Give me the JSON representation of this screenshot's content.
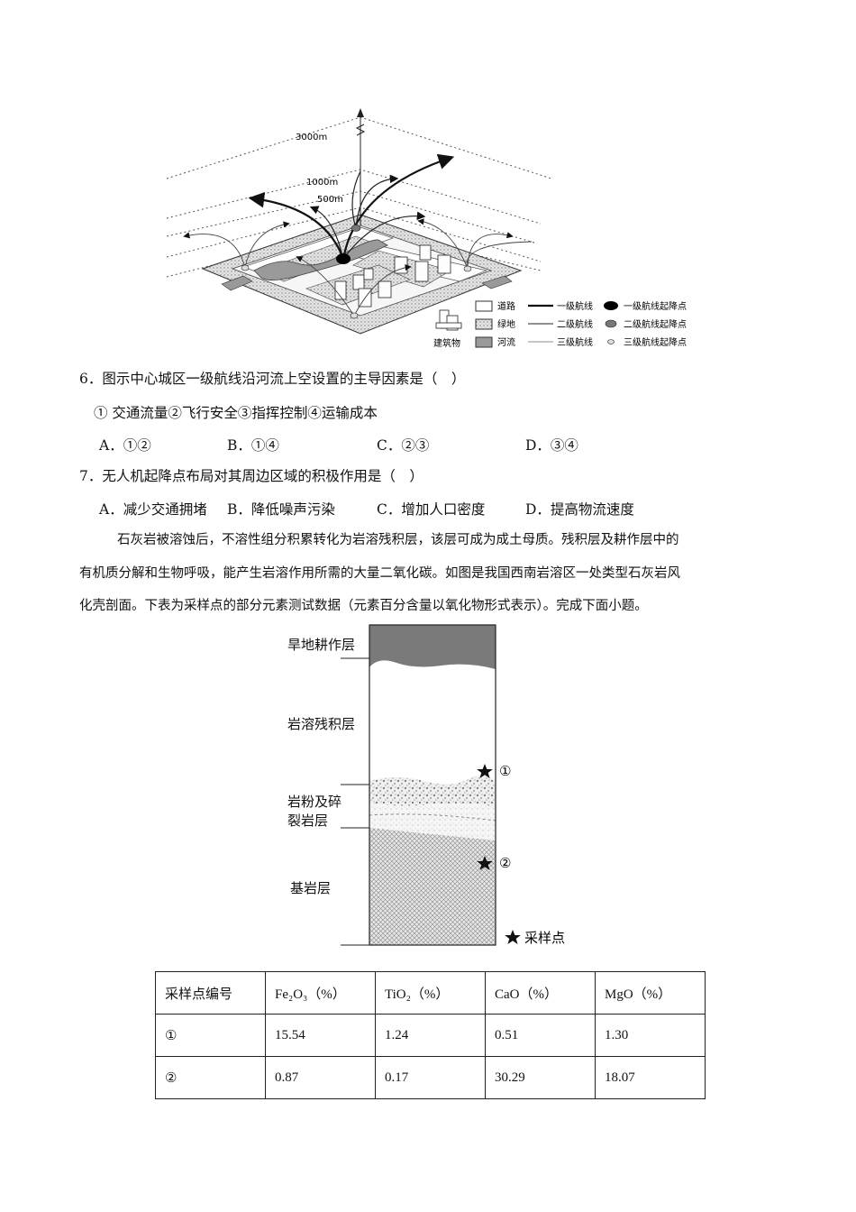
{
  "figure1": {
    "altitudes": [
      "3000m",
      "1000m",
      "500m"
    ],
    "legend": {
      "road": "道路",
      "green": "绿地",
      "river": "河流",
      "building": "建筑物",
      "line1": "一级航线",
      "line2": "二级航线",
      "line3": "三级航线",
      "point1": "一级航线起降点",
      "point2": "二级航线起降点",
      "point3": "三级航线起降点"
    }
  },
  "q6": {
    "stem": "6．图示中心城区一级航线沿河流上空设置的主导因素是（　）",
    "items": "① 交通流量②飞行安全③指挥控制④运输成本",
    "options": [
      "A．①②",
      "B．①④",
      "C．②③",
      "D．③④"
    ]
  },
  "q7": {
    "stem": "7．无人机起降点布局对其周边区域的积极作用是（　）",
    "options": [
      "A．减少交通拥堵",
      "B．降低噪声污染",
      "C．增加人口密度",
      "D．提高物流速度"
    ]
  },
  "passage": {
    "line1": "石灰岩被溶蚀后，不溶性组分积累转化为岩溶残积层，该层可成为成土母质。残积层及耕作层中的",
    "line2": "有机质分解和生物呼吸，能产生岩溶作用所需的大量二氧化碳。如图是我国西南岩溶区一处类型石灰岩风",
    "line3": "化壳剖面。下表为采样点的部分元素测试数据（元素百分含量以氧化物形式表示）。完成下面小题。"
  },
  "figure2": {
    "layers": [
      "旱地耕作层",
      "岩溶残积层",
      "岩粉及碎",
      "裂岩层",
      "基岩层"
    ],
    "points": [
      "①",
      "②"
    ],
    "legend_label": "采样点"
  },
  "table": {
    "headers": [
      "采样点编号",
      "Fe₂O₃（%）",
      "TiO₂（%）",
      "CaO（%）",
      "MgO（%）"
    ],
    "rows": [
      [
        "①",
        "15.54",
        "1.24",
        "0.51",
        "1.30"
      ],
      [
        "②",
        "0.87",
        "0.17",
        "30.29",
        "18.07"
      ]
    ]
  }
}
